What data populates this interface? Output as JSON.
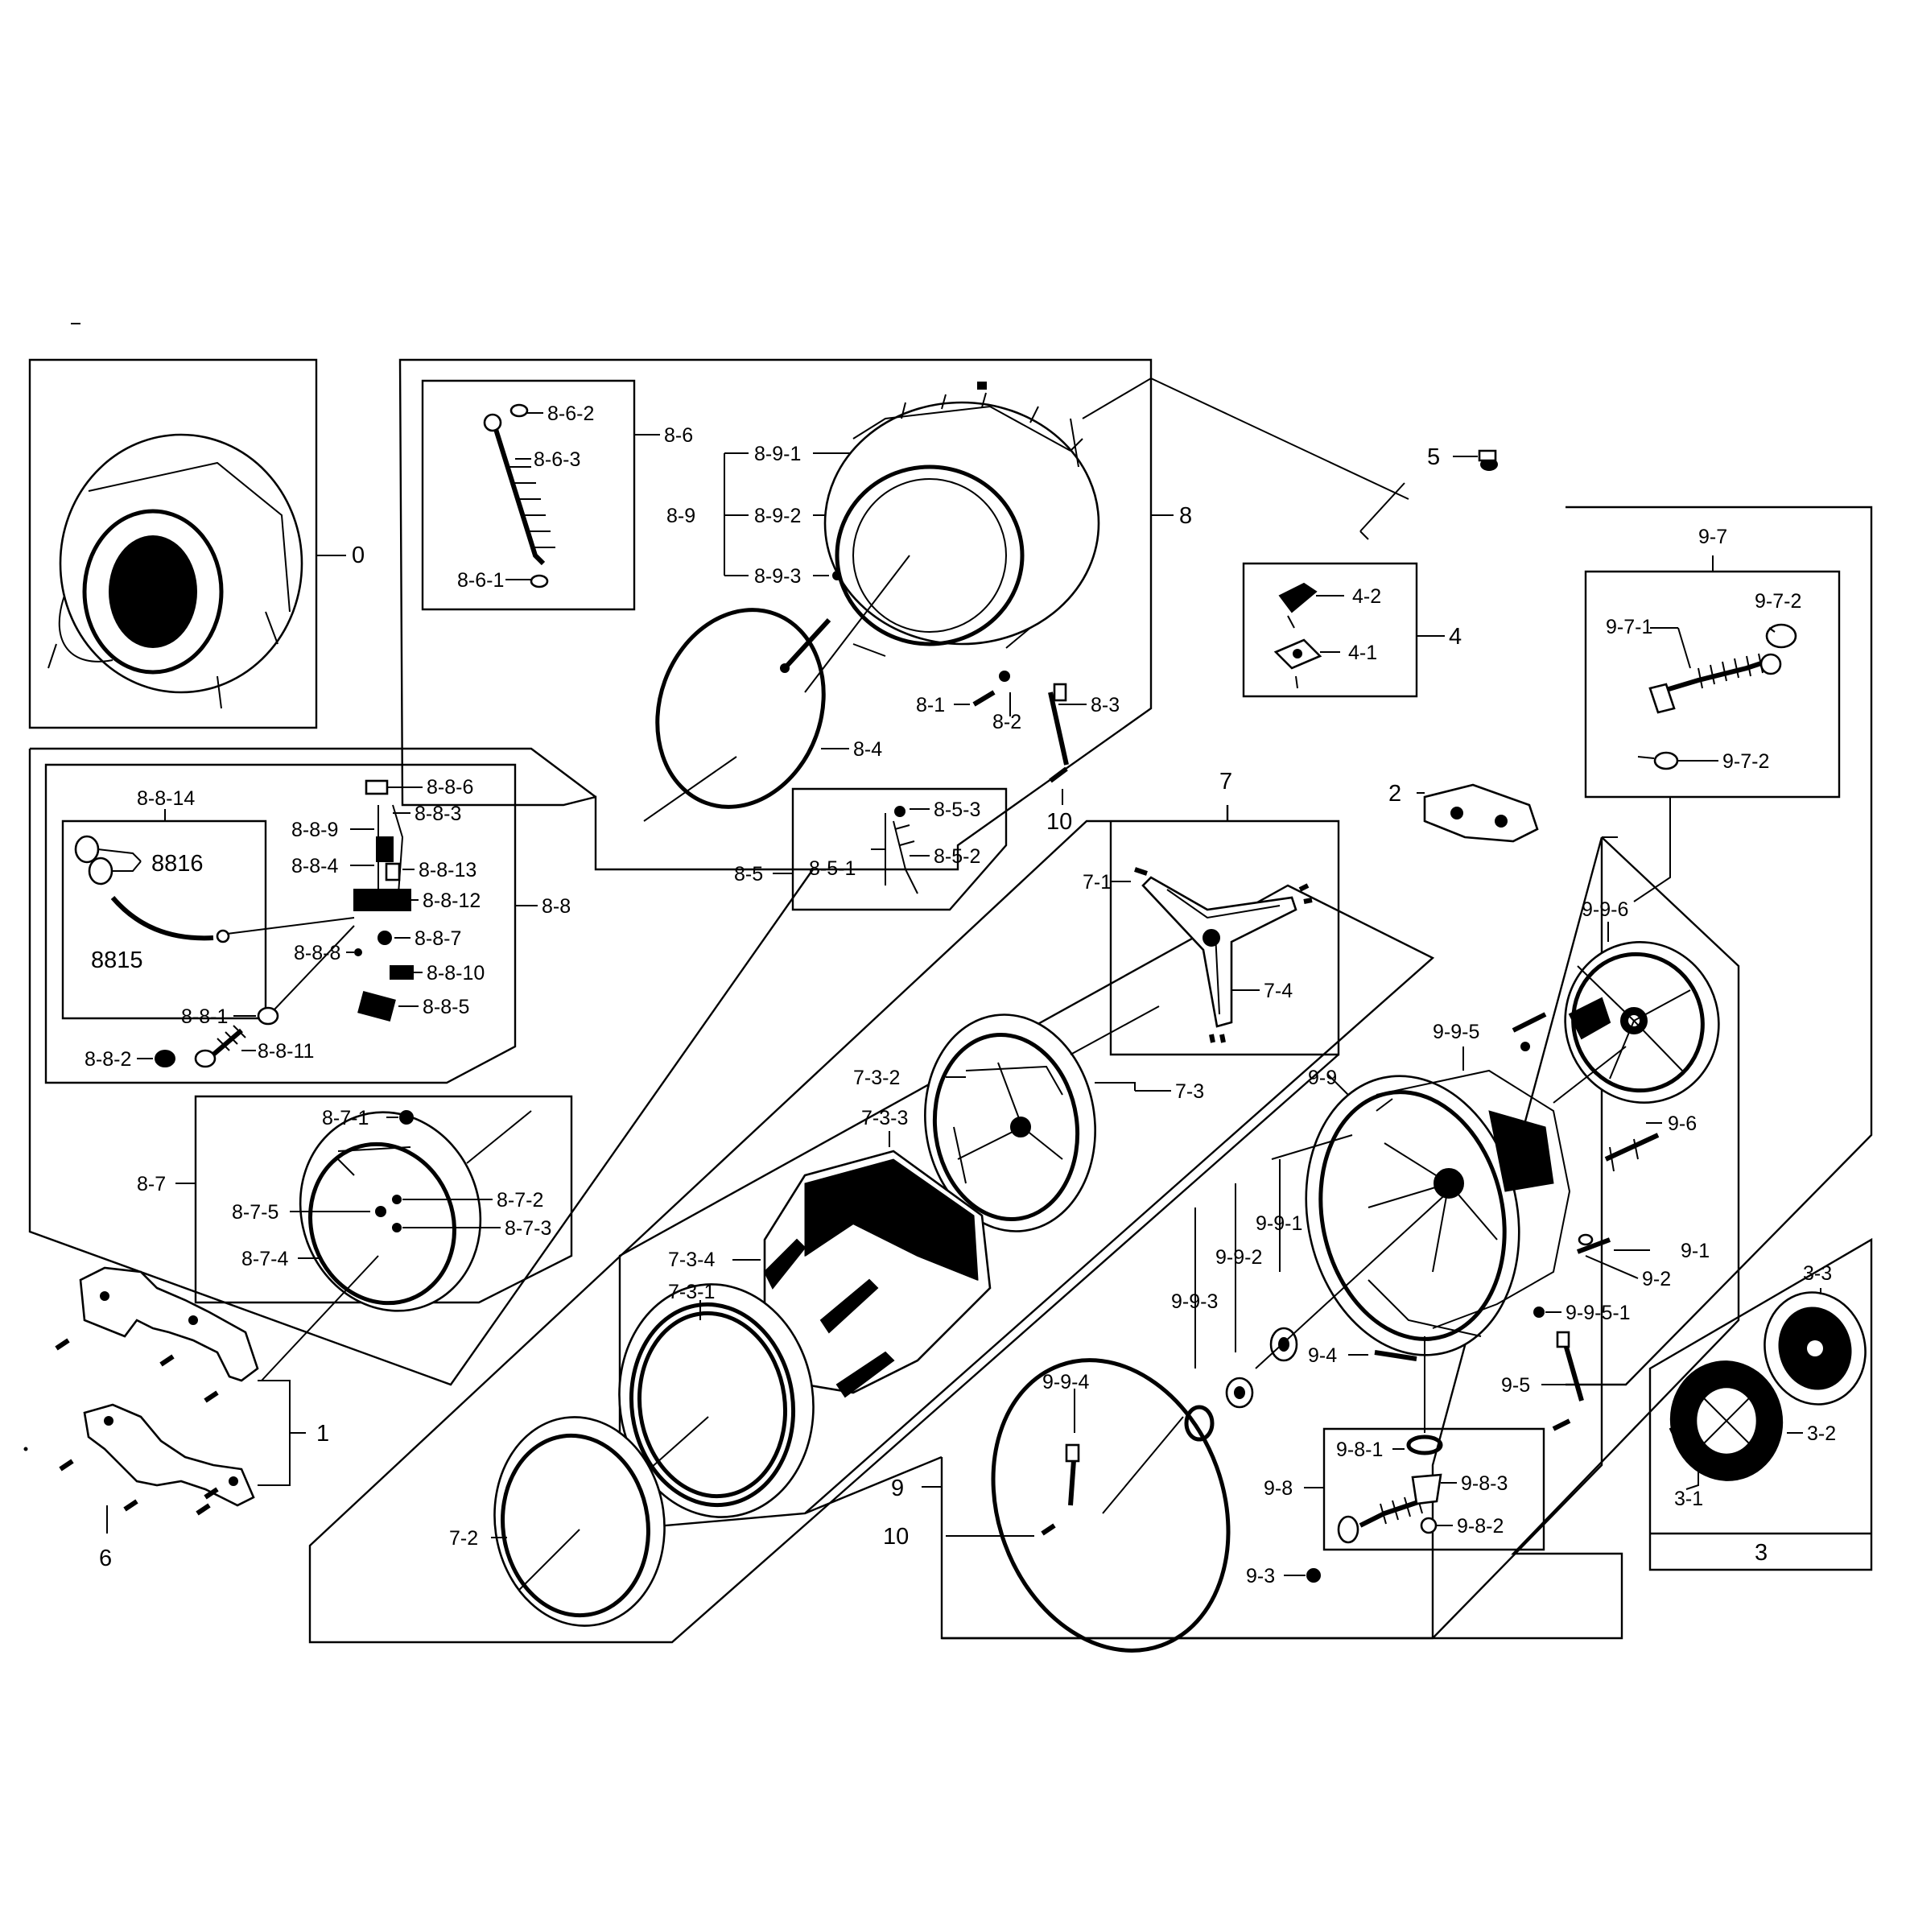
{
  "labels": {
    "l0": "0",
    "l1": "1",
    "l2": "2",
    "l3": "3",
    "l3_1": "3-1",
    "l3_2": "3-2",
    "l3_3": "3-3",
    "l4": "4",
    "l4_1": "4-1",
    "l4_2": "4-2",
    "l5": "5",
    "l6": "6",
    "l7": "7",
    "l7_1": "7-1",
    "l7_2": "7-2",
    "l7_3": "7-3",
    "l7_3_1": "7-3-1",
    "l7_3_2": "7-3-2",
    "l7_3_3": "7-3-3",
    "l7_3_4": "7-3-4",
    "l7_4": "7-4",
    "l8": "8",
    "l8_1": "8-1",
    "l8_2": "8-2",
    "l8_3": "8-3",
    "l8_4": "8-4",
    "l8_5": "8-5",
    "l8_5_1": "8-5-1",
    "l8_5_2": "8-5-2",
    "l8_5_3": "8-5-3",
    "l8_6": "8-6",
    "l8_6_1": "8-6-1",
    "l8_6_2": "8-6-2",
    "l8_6_3": "8-6-3",
    "l8_7": "8-7",
    "l8_7_1": "8-7-1",
    "l8_7_2": "8-7-2",
    "l8_7_3": "8-7-3",
    "l8_7_4": "8-7-4",
    "l8_7_5": "8-7-5",
    "l8_8": "8-8",
    "l8_8_1": "8-8-1",
    "l8_8_2": "8-8-2",
    "l8_8_3": "8-8-3",
    "l8_8_4": "8-8-4",
    "l8_8_5": "8-8-5",
    "l8_8_6": "8-8-6",
    "l8_8_7": "8-8-7",
    "l8_8_8": "8-8-8",
    "l8_8_9": "8-8-9",
    "l8_8_10": "8-8-10",
    "l8_8_11": "8-8-11",
    "l8_8_12": "8-8-12",
    "l8_8_13": "8-8-13",
    "l8_8_14": "8-8-14",
    "l8815": "8815",
    "l8816": "8816",
    "l8_9": "8-9",
    "l8_9_1": "8-9-1",
    "l8_9_2": "8-9-2",
    "l8_9_3": "8-9-3",
    "l9": "9",
    "l9_1": "9-1",
    "l9_2": "9-2",
    "l9_3": "9-3",
    "l9_4": "9-4",
    "l9_5": "9-5",
    "l9_6": "9-6",
    "l9_7": "9-7",
    "l9_7_1": "9-7-1",
    "l9_7_2a": "9-7-2",
    "l9_7_2b": "9-7-2",
    "l9_8": "9-8",
    "l9_8_1": "9-8-1",
    "l9_8_2": "9-8-2",
    "l9_8_3": "9-8-3",
    "l9_9": "9-9",
    "l9_9_1": "9-9-1",
    "l9_9_2": "9-9-2",
    "l9_9_3": "9-9-3",
    "l9_9_4": "9-9-4",
    "l9_9_5": "9-9-5",
    "l9_9_5_1": "9-9-5-1",
    "l9_9_6": "9-9-6",
    "l10a": "10",
    "l10b": "10"
  }
}
